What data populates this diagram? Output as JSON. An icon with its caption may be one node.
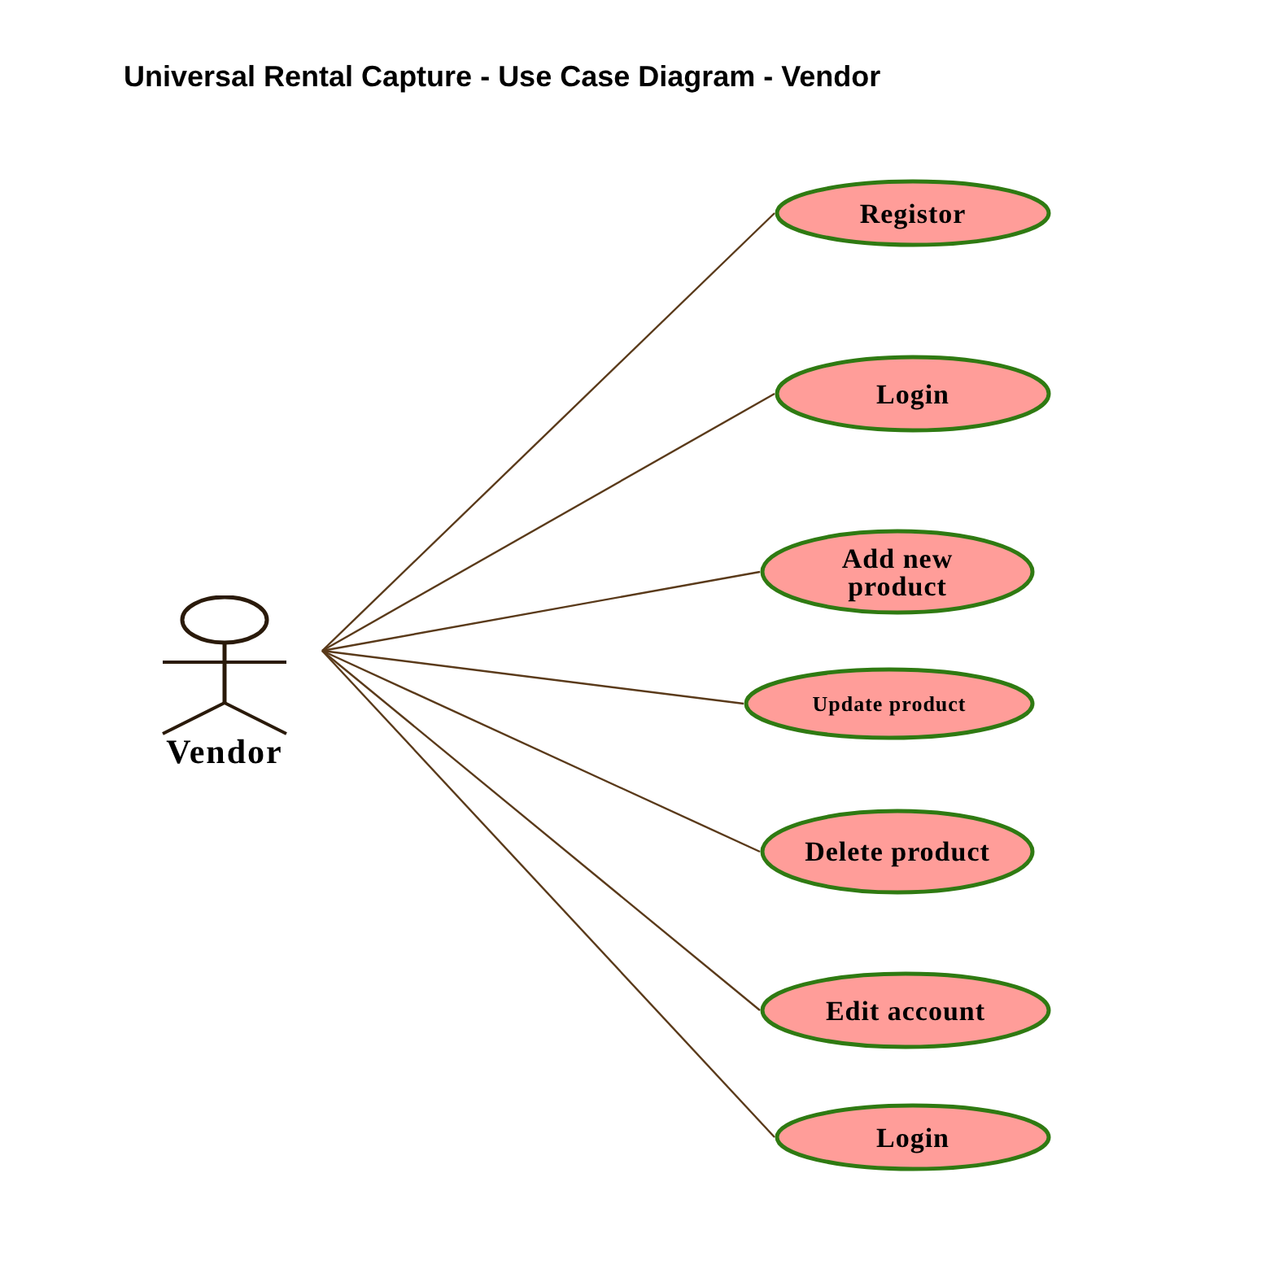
{
  "diagram": {
    "title": "Universal Rental Capture - Use Case Diagram - Vendor",
    "nodes": [
      {
        "text": [
          "Vendor"
        ]
      },
      {
        "text": [
          "Registor"
        ]
      },
      {
        "text": [
          "Login"
        ]
      },
      {
        "text": [
          "Add new product"
        ]
      },
      {
        "text": [
          "Update product"
        ]
      },
      {
        "text": [
          "Delete product"
        ]
      },
      {
        "text": [
          "Edit account"
        ]
      },
      {
        "text": [
          "Login"
        ]
      }
    ],
    "edges": [
      {
        "from": 0,
        "to": 1,
        "arrow": "none"
      },
      {
        "from": 0,
        "to": 2,
        "arrow": "none"
      },
      {
        "from": 0,
        "to": 3,
        "arrow": "none"
      },
      {
        "from": 0,
        "to": 4,
        "arrow": "none"
      },
      {
        "from": 0,
        "to": 5,
        "arrow": "none"
      },
      {
        "from": 0,
        "to": 6,
        "arrow": "none"
      },
      {
        "from": 0,
        "to": 7,
        "arrow": "none"
      }
    ]
  }
}
